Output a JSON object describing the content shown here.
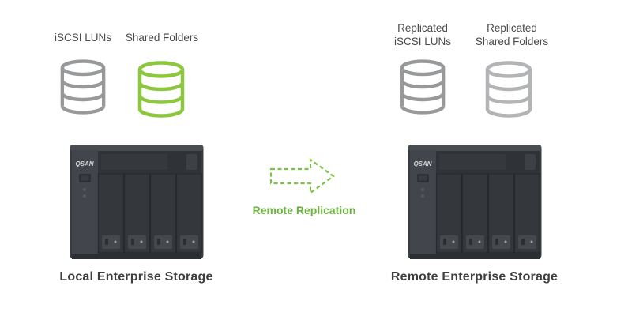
{
  "colors": {
    "gray": "#97999b",
    "green": "#8dc63f",
    "light_gray": "#b2b4b6",
    "arrow_green": "#7ac143",
    "text_green": "#6db33f"
  },
  "left": {
    "icon1_label": "iSCSI LUNs",
    "icon2_label": "Shared Folders",
    "caption": "Local Enterprise Storage"
  },
  "arrow": {
    "label": "Remote Replication"
  },
  "right": {
    "icon1_label": "Replicated iSCSI LUNs",
    "icon2_label": "Replicated Shared Folders",
    "caption": "Remote Enterprise Storage"
  },
  "devices": {
    "local": {
      "logo": "QSAN"
    },
    "remote": {
      "logo": "QSAN"
    }
  }
}
